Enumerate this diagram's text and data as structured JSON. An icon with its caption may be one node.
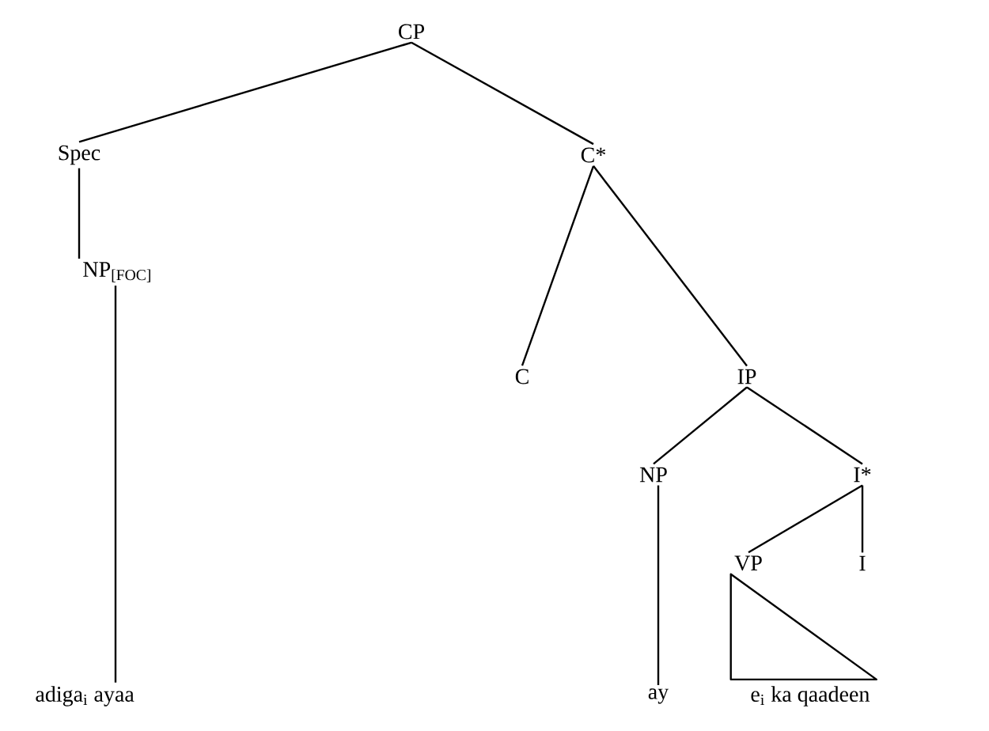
{
  "diagram": {
    "nodes": [
      {
        "text": [
          "CP"
        ]
      },
      {
        "text": [
          "Spec"
        ]
      },
      {
        "text": [
          "C*"
        ]
      },
      {
        "text": [
          "NP$_{[FOC]}$"
        ]
      },
      {
        "text": [
          "C"
        ]
      },
      {
        "text": [
          "IP"
        ]
      },
      {
        "text": [
          "NP"
        ]
      },
      {
        "text": [
          "I*"
        ]
      },
      {
        "text": [
          "VP"
        ]
      },
      {
        "text": [
          "I"
        ]
      },
      {
        "text": [
          "adiga$_{i}$ ayaa"
        ]
      },
      {
        "text": [
          "ay"
        ]
      },
      {
        "text": [
          "e$_{i}$ ka qaadeen"
        ]
      }
    ],
    "edges": [
      {
        "from": 0,
        "to": 1,
        "arrow": "none"
      },
      {
        "from": 0,
        "to": 2,
        "arrow": "none"
      },
      {
        "from": 1,
        "to": 3,
        "arrow": "none"
      },
      {
        "from": 3,
        "to": 10,
        "arrow": "none"
      },
      {
        "from": 2,
        "to": 4,
        "arrow": "none"
      },
      {
        "from": 2,
        "to": 5,
        "arrow": "none"
      },
      {
        "from": 5,
        "to": 6,
        "arrow": "none"
      },
      {
        "from": 5,
        "to": 7,
        "arrow": "none"
      },
      {
        "from": 6,
        "to": 11,
        "arrow": "none"
      },
      {
        "from": 7,
        "to": 8,
        "arrow": "none"
      },
      {
        "from": 7,
        "to": 9,
        "arrow": "none"
      },
      {
        "from": 8,
        "to": 12,
        "arrow": "none"
      }
    ]
  }
}
